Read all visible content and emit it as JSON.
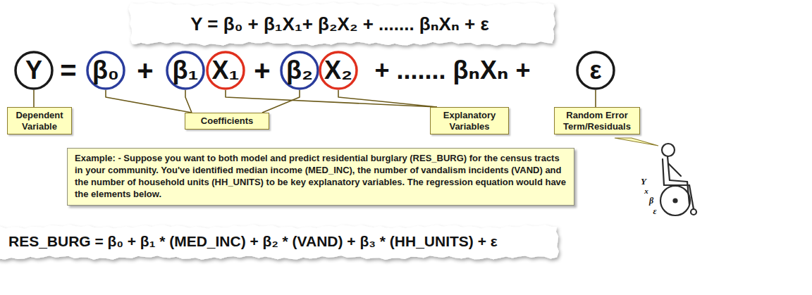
{
  "diagram": {
    "nodes": [
      {
        "text": [
          "Y"
        ]
      },
      {
        "text": [
          "β₀"
        ]
      },
      {
        "text": [
          "β₁"
        ]
      },
      {
        "text": [
          "X₁"
        ]
      },
      {
        "text": [
          "β₂"
        ]
      },
      {
        "text": [
          "X₂"
        ]
      },
      {
        "text": [
          "ε"
        ]
      },
      {
        "text": [
          "Dependent Variable"
        ]
      },
      {
        "text": [
          "Coefficients"
        ]
      },
      {
        "text": [
          "Explanatory Variables"
        ]
      },
      {
        "text": [
          "Random Error Term/Residuals"
        ]
      },
      {
        "text": [
          "Example: - Suppose you want to both model and predict residential burglary (RES_BURG) for the census tracts in your community.  You've identified median income (MED_INC), the number of vandalism incidents (VAND) and the number of household units (HH_UNITS) to be key explanatory variables. The regression equation would have the elements below."
        ]
      }
    ],
    "edges": [
      {
        "from": 7,
        "to": 0,
        "arrow": "none"
      },
      {
        "from": 8,
        "to": 1,
        "arrow": "none"
      },
      {
        "from": 8,
        "to": 2,
        "arrow": "none"
      },
      {
        "from": 8,
        "to": 4,
        "arrow": "none"
      },
      {
        "from": 9,
        "to": 3,
        "arrow": "none"
      },
      {
        "from": 9,
        "to": 5,
        "arrow": "none"
      },
      {
        "from": 10,
        "to": 6,
        "arrow": "none"
      }
    ],
    "labels": [
      "Y = β₀ + β₁X₁+ β₂X₂ + ....... βₙXₙ + ε",
      "=",
      "+",
      "+",
      "+ ....... βₙXₙ +",
      "Y",
      "x",
      "β",
      "ε",
      "RES_BURG = β₀ + β₁ * (MED_INC) + β₂ * (VAND) + β₃ * (HH_UNITS) + ε"
    ]
  }
}
